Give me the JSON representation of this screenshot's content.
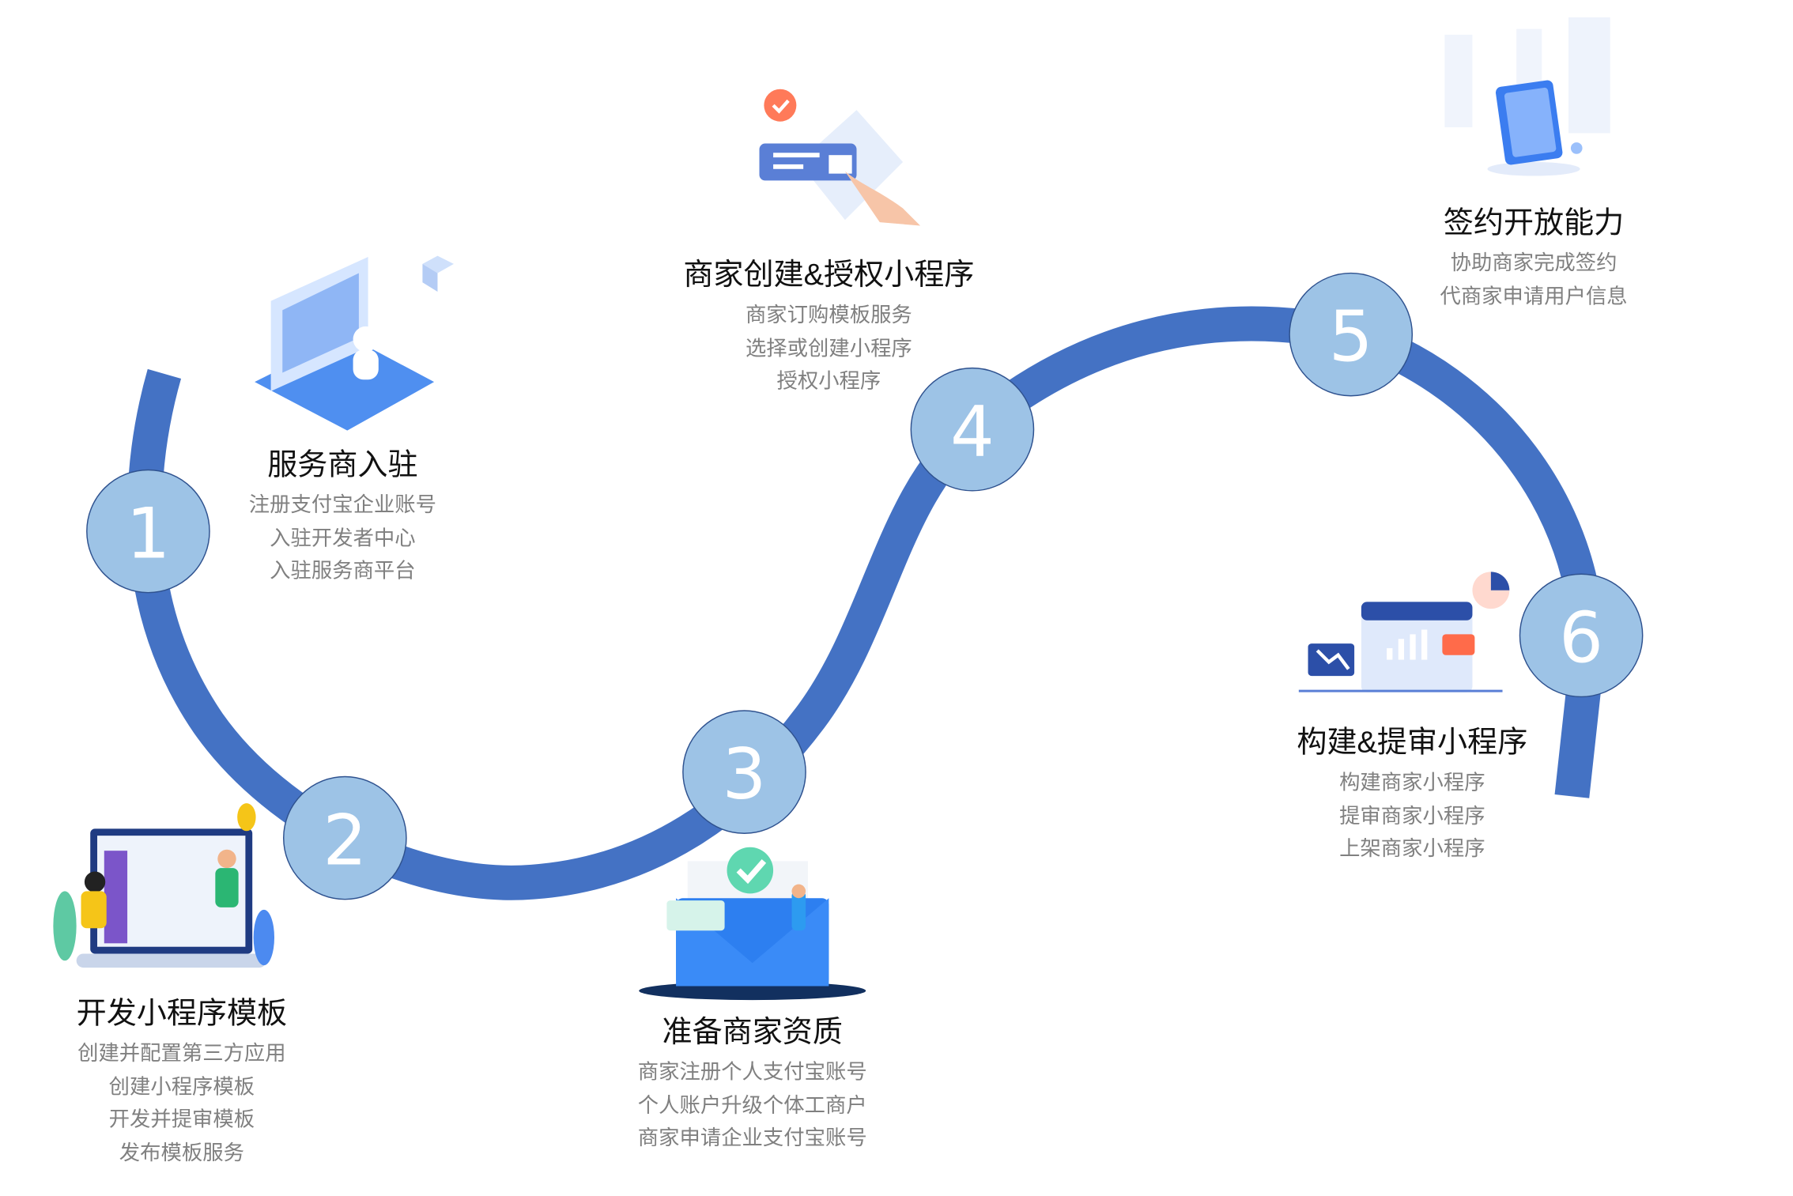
{
  "colors": {
    "path": "#4472c4",
    "circle": "#9dc3e6",
    "circle_stroke": "#2f528f",
    "title": "#111111",
    "desc": "#808080"
  },
  "steps": [
    {
      "number": "1",
      "title": "服务商入驻",
      "lines": [
        "注册支付宝企业账号",
        "入驻开发者中心",
        "入驻服务商平台"
      ],
      "icon": "robot-laptop-icon"
    },
    {
      "number": "2",
      "title": "开发小程序模板",
      "lines": [
        "创建并配置第三方应用",
        "创建小程序模板",
        "开发并提审模板",
        "发布模板服务"
      ],
      "icon": "team-dashboard-icon"
    },
    {
      "number": "3",
      "title": "准备商家资质",
      "lines": [
        "商家注册个人支付宝账号",
        "个人账户升级个体工商户",
        "商家申请企业支付宝账号"
      ],
      "icon": "envelope-check-icon"
    },
    {
      "number": "4",
      "title": "商家创建&授权小程序",
      "lines": [
        "商家订购模板服务",
        "选择或创建小程序",
        "授权小程序"
      ],
      "icon": "card-tap-icon"
    },
    {
      "number": "5",
      "title": "签约开放能力",
      "lines": [
        "协助商家完成签约",
        "代商家申请用户信息"
      ],
      "icon": "clipboard-icon"
    },
    {
      "number": "6",
      "title": "构建&提审小程序",
      "lines": [
        "构建商家小程序",
        "提审商家小程序",
        "上架商家小程序"
      ],
      "icon": "analytics-window-icon"
    }
  ]
}
